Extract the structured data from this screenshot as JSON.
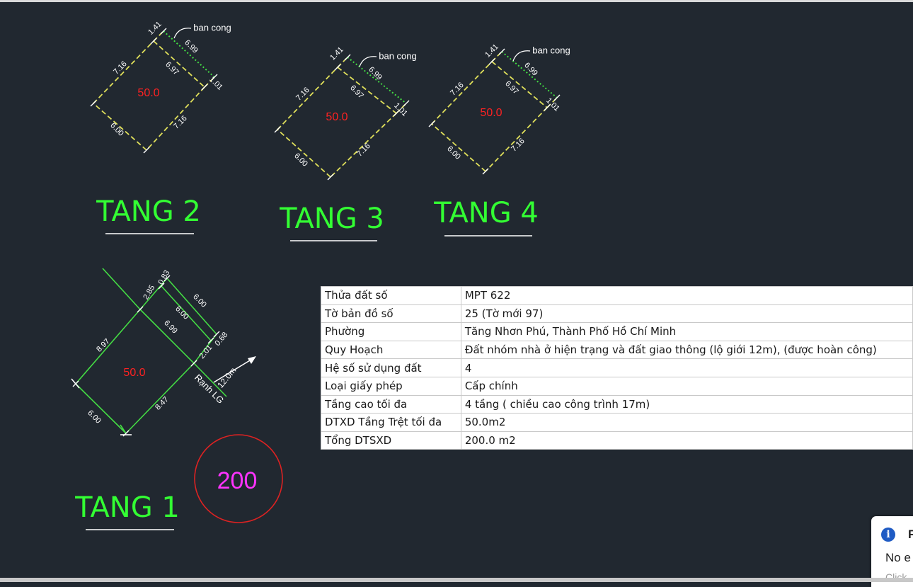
{
  "colors": {
    "background": "#212830",
    "label_green": "#33ff33",
    "parcel_yellow": "#e0e05a",
    "area_red": "#ff2222",
    "dimension_white": "#ffffff",
    "circle_red": "#dd2222",
    "count_magenta": "#ff33ff"
  },
  "floors": {
    "tang2": {
      "label": "TANG 2",
      "area": "50.0",
      "balcony": "ban cong",
      "dims": [
        "7.16",
        "7.16",
        "6.00",
        "1.41",
        "1.01",
        "6.99",
        "6.97"
      ]
    },
    "tang3": {
      "label": "TANG 3",
      "area": "50.0",
      "balcony": "ban cong",
      "dims": [
        "7.16",
        "7.16",
        "6.00",
        "1.41",
        "1.01",
        "6.99",
        "6.97"
      ]
    },
    "tang4": {
      "label": "TANG 4",
      "area": "50.0",
      "balcony": "ban cong",
      "dims": [
        "7.16",
        "7.16",
        "6.00",
        "1.41",
        "1.01",
        "6.99",
        "6.97"
      ]
    },
    "tang1": {
      "label": "TANG 1",
      "area": "50.0",
      "road": "Rạnh LG",
      "road_width": "12.0m",
      "dims": [
        "8.97",
        "8.47",
        "6.00",
        "6.00",
        "6.00",
        "6.99",
        "2.85",
        "0.83",
        "2.01",
        "0.68"
      ]
    }
  },
  "total_circle": {
    "value": "200"
  },
  "info_table": [
    {
      "key": "Thửa đất số",
      "value": "MPT 622"
    },
    {
      "key": "Tờ bản đồ số",
      "value": "25 (Tờ mới 97)"
    },
    {
      "key": "Phường",
      "value": "Tăng Nhơn Phú, Thành Phố Hồ Chí Minh"
    },
    {
      "key": "Quy Hoạch",
      "value": "Đất nhóm nhà ở hiện trạng và đất giao thông (lộ giới 12m), (được hoàn công)"
    },
    {
      "key": "Hệ số sử dụng đất",
      "value": "4"
    },
    {
      "key": "Loại giấy phép",
      "value": "Cấp chính"
    },
    {
      "key": "Tầng cao tối đa",
      "value": "4 tầng ( chiều cao công trình 17m)"
    },
    {
      "key": "DTXD Tầng Trệt tối đa",
      "value": "50.0m2"
    },
    {
      "key": "Tổng DTSXD",
      "value": "200.0 m2"
    }
  ],
  "notification": {
    "icon": "info-icon",
    "title": "F",
    "message": "No e",
    "sub": "Click"
  }
}
